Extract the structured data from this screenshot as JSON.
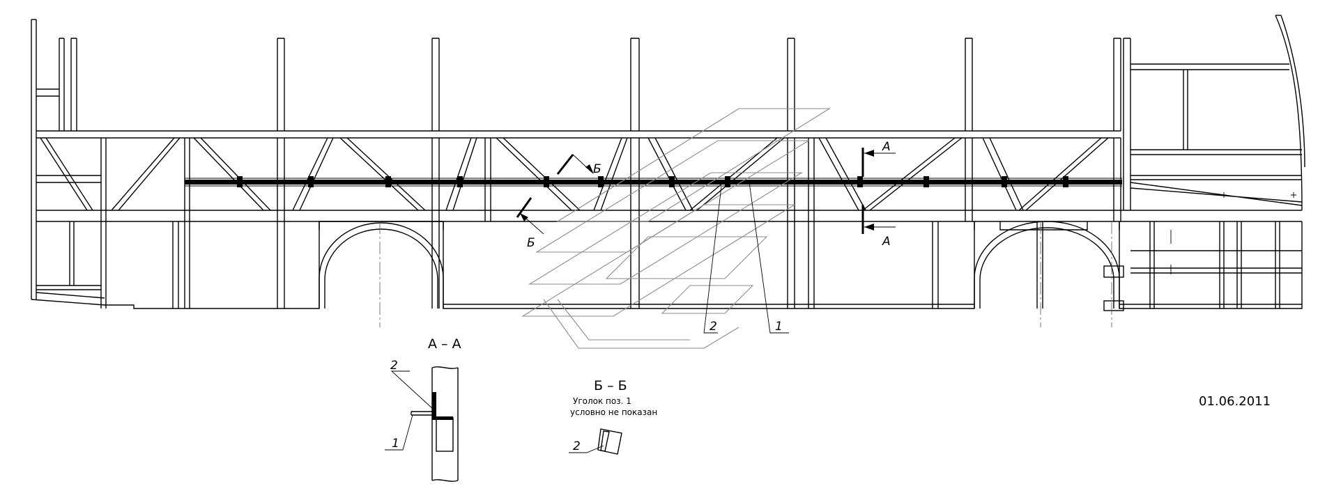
{
  "section_aa": {
    "title": "А – А",
    "marker": "А"
  },
  "section_bb": {
    "title": "Б – Б",
    "note_line1": "Уголок поз. 1",
    "note_line2": "условно не показан",
    "marker": "Б"
  },
  "positions": {
    "pos1": "1",
    "pos2": "2"
  },
  "date": "01.06.2011",
  "icons": {
    "watermark": "company-logo-watermark-icon"
  }
}
